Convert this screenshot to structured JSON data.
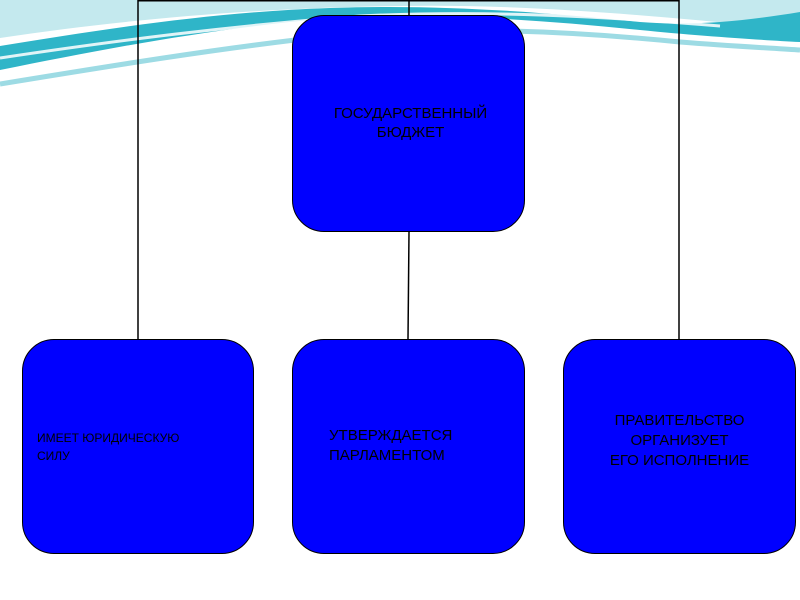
{
  "colors": {
    "node_fill": "#0000ff",
    "node_border": "#000000",
    "node_text": "#000000",
    "connector": "#000000",
    "wave_teal": "#2fb5c8",
    "wave_light": "#c4e9ee",
    "background": "#ffffff"
  },
  "diagram": {
    "root": {
      "label": "ГОСУДАРСТВЕННЫЙ\nБЮДЖЕТ"
    },
    "children": [
      {
        "label": "ИМЕЕТ ЮРИДИЧЕСКУЮ\nСИЛУ"
      },
      {
        "label": "УТВЕРЖДАЕТСЯ\nПАРЛАМЕНТОМ"
      },
      {
        "label": "ПРАВИТЕЛЬСТВО\nОРГАНИЗУЕТ\nЕГО ИСПОЛНЕНИЕ"
      }
    ]
  }
}
